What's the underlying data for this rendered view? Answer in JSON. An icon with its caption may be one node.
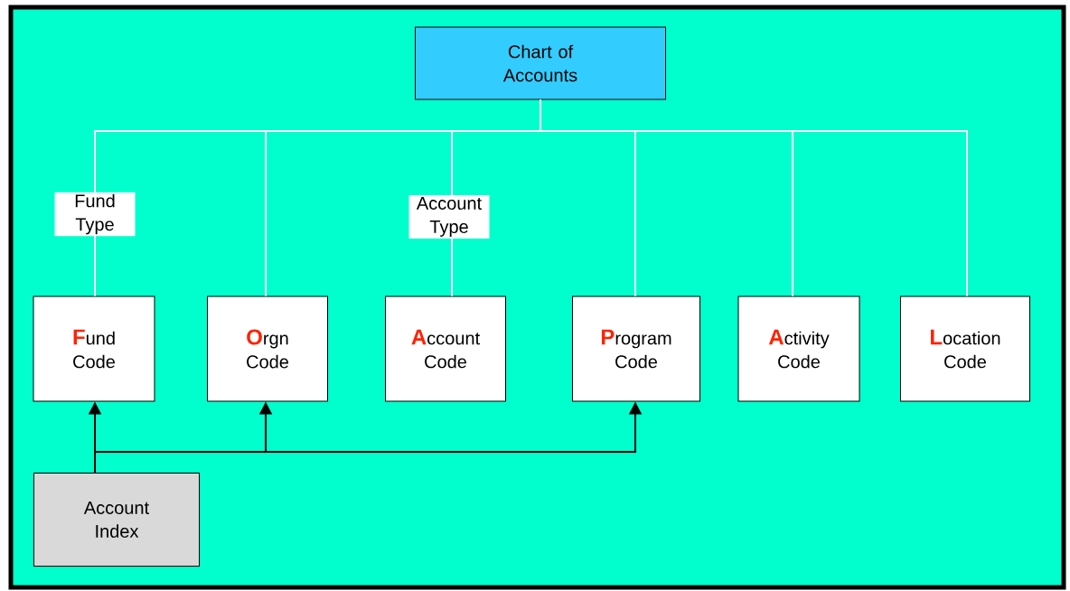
{
  "diagram": {
    "nodes": [
      {
        "text": [
          "Chart of Accounts"
        ]
      },
      {
        "text": [
          "**F**und Code"
        ]
      },
      {
        "text": [
          "**O**rgn Code"
        ]
      },
      {
        "text": [
          "**A**ccount Code"
        ]
      },
      {
        "text": [
          "**P**rogram Code"
        ]
      },
      {
        "text": [
          "**A**ctivity Code"
        ]
      },
      {
        "text": [
          "**L**ocation Code"
        ]
      },
      {
        "text": [
          "Account Index"
        ]
      }
    ],
    "edges": [
      {
        "from": 0,
        "to": 1,
        "arrow": "none",
        "label": "Fund Type"
      },
      {
        "from": 0,
        "to": 2,
        "arrow": "none"
      },
      {
        "from": 0,
        "to": 3,
        "arrow": "none",
        "label": "Account Type"
      },
      {
        "from": 0,
        "to": 4,
        "arrow": "none"
      },
      {
        "from": 0,
        "to": 5,
        "arrow": "none"
      },
      {
        "from": 0,
        "to": 6,
        "arrow": "none"
      },
      {
        "from": 7,
        "to": 1,
        "arrow": "to",
        "color": "#000000"
      },
      {
        "from": 7,
        "to": 2,
        "arrow": "to",
        "color": "#000000"
      },
      {
        "from": 7,
        "to": 4,
        "arrow": "to",
        "color": "#000000"
      }
    ]
  }
}
